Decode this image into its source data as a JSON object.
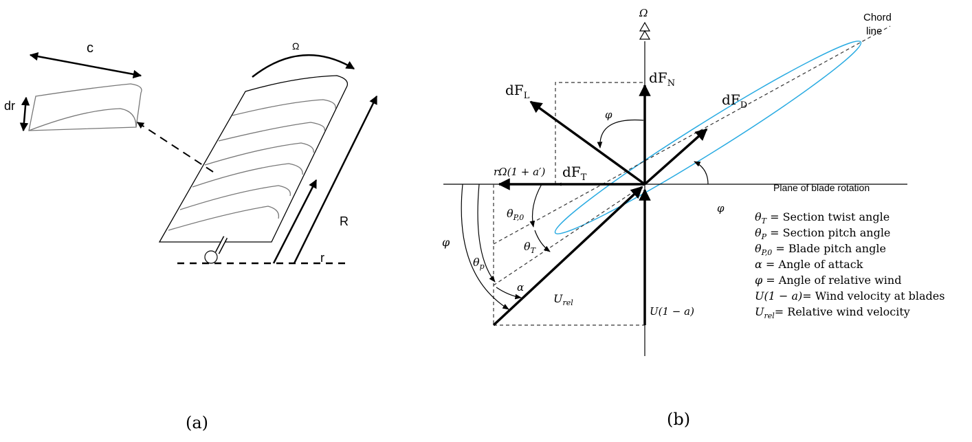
{
  "panel_a": {
    "caption": "(a)",
    "labels": {
      "chord": "c",
      "span_element": "dr",
      "rotation": "Ω",
      "local_radius": "r",
      "tip_radius": "R"
    }
  },
  "panel_b": {
    "caption": "(b)",
    "labels": {
      "omega": "Ω",
      "dFN": "dF",
      "dFN_sub": "N",
      "dFL": "dF",
      "dFL_sub": "L",
      "dFD": "dF",
      "dFD_sub": "D",
      "dFT": "dF",
      "dFT_sub": "T",
      "chord_line_1": "Chord",
      "chord_line_2": "line",
      "plane": "Plane of blade rotation",
      "tangential_velocity": "rΩ(1 + a′)",
      "axial_velocity": "U(1 − a)",
      "urel": "U",
      "urel_sub": "rel",
      "phi": "φ",
      "phi_top": "φ",
      "phi_right": "φ",
      "theta_p": "θ",
      "theta_p_sub": "p",
      "theta_p0": "θ",
      "theta_p0_sub": "P,0",
      "theta_t": "θ",
      "theta_t_sub": "T",
      "alpha": "α"
    },
    "legend": [
      {
        "sym": "θ",
        "sub": "T",
        "text": " = Section twist angle"
      },
      {
        "sym": "θ",
        "sub": "P",
        "text": " = Section pitch angle"
      },
      {
        "sym": "θ",
        "sub": "P,0",
        "text": " = Blade pitch angle"
      },
      {
        "sym": "α",
        "sub": "",
        "text": " = Angle of attack"
      },
      {
        "sym": "φ",
        "sub": "",
        "text": " = Angle of relative wind"
      },
      {
        "sym": "U(1 − a)",
        "sub": "",
        "text": "= Wind velocity at blades"
      },
      {
        "sym": "U",
        "sub": "rel",
        "text": "= Relative wind velocity"
      }
    ],
    "colors": {
      "airfoil": "#29abe2"
    }
  }
}
